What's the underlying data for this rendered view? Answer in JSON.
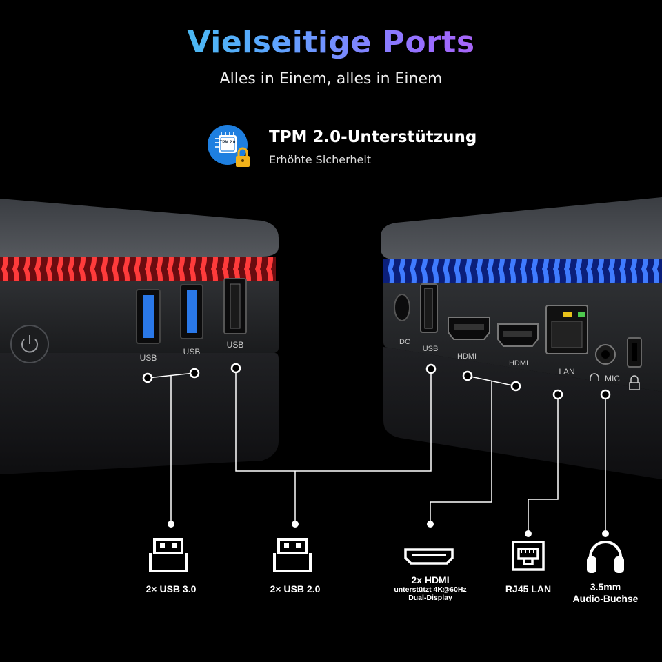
{
  "header": {
    "title": "Vielseitige Ports",
    "subtitle": "Alles in Einem, alles in Einem"
  },
  "tpm": {
    "chip_text": "TPM 2.0",
    "title": "TPM 2.0-Unterstützung",
    "subtitle": "Erhöhte Sicherheit",
    "badge_color": "#1e7fe0",
    "lock_color": "#f2b21a"
  },
  "left_device": {
    "glow_color": "#e0141c",
    "port_labels": [
      "USB",
      "USB",
      "USB"
    ]
  },
  "right_device": {
    "glow_color": "#1f4dff",
    "port_labels": [
      "DC",
      "USB",
      "HDMI",
      "HDMI",
      "LAN",
      "MIC"
    ]
  },
  "callouts": [
    {
      "icon": "usb-icon",
      "title": "2× USB 3.0"
    },
    {
      "icon": "usb-icon",
      "title": "2× USB 2.0"
    },
    {
      "icon": "hdmi-icon",
      "title": "2x HDMI",
      "line2": "unterstützt 4K@60Hz",
      "line3": "Dual-Display"
    },
    {
      "icon": "lan-icon",
      "title": "RJ45 LAN"
    },
    {
      "icon": "headphones-icon",
      "title": "3.5mm",
      "line2": "Audio-Buchse"
    }
  ]
}
